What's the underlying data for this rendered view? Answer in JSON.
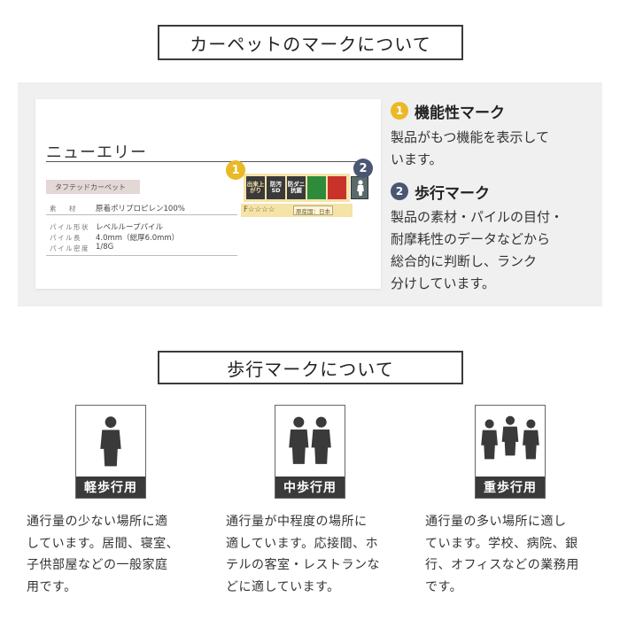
{
  "section1": {
    "title": "カーペットのマークについて"
  },
  "card": {
    "product_name": "ニューエリー",
    "tag": "タフテッドカーペット",
    "specs": [
      {
        "label": "素 　材",
        "value": "原着ポリプロピレン100%"
      },
      {
        "label": "パイル形状",
        "value": "レベルループパイル"
      },
      {
        "label": "パイル長",
        "value": "4.0mm（総厚6.0mm）"
      },
      {
        "label": "パイル密度",
        "value": "1/8G"
      }
    ],
    "marks": [
      {
        "text": "出来上がり",
        "color": "#3a3a3a",
        "fg": "#f5e3a8"
      },
      {
        "text": "防汚 SD",
        "color": "#3a3a3a",
        "fg": "#fff"
      },
      {
        "text": "防ダニ 抗菌",
        "color": "#3a3a3a",
        "fg": "#fff"
      },
      {
        "text": "",
        "color": "#2e8b3c",
        "fg": "#fff"
      },
      {
        "text": "",
        "color": "#c8322a",
        "fg": "#fff"
      }
    ],
    "rating": "F☆☆☆☆",
    "origin": "原産国：日本",
    "walk_mark_label": "軽歩行用",
    "badge1": "1",
    "badge2": "2"
  },
  "info": {
    "item1": {
      "num": "1",
      "title": "機能性マーク",
      "text_lines": [
        "製品がもつ機能を表示して",
        "います。"
      ]
    },
    "item2": {
      "num": "2",
      "title": "歩行マーク",
      "text_lines": [
        "製品の素材・パイルの目付・",
        "耐摩耗性のデータなどから",
        "総合的に判断し、ランク",
        "分けしています。"
      ]
    }
  },
  "section2": {
    "title": "歩行マークについて"
  },
  "walking": [
    {
      "label": "軽歩行用",
      "figures": 1,
      "text_lines": [
        "通行量の少ない場所に適",
        "しています。居間、寝室、",
        "子供部屋などの一般家庭",
        "用です。"
      ]
    },
    {
      "label": "中歩行用",
      "figures": 2,
      "text_lines": [
        "通行量が中程度の場所に",
        "適しています。応接間、ホ",
        "テルの客室・レストランな",
        "どに適しています。"
      ]
    },
    {
      "label": "重歩行用",
      "figures": 3,
      "text_lines": [
        "通行量の多い場所に適し",
        "ています。学校、病院、銀",
        "行、オフィスなどの業務用",
        "です。"
      ]
    }
  ],
  "colors": {
    "yellow": "#eab925",
    "navy": "#4a5773",
    "dark": "#3a3a3a"
  }
}
